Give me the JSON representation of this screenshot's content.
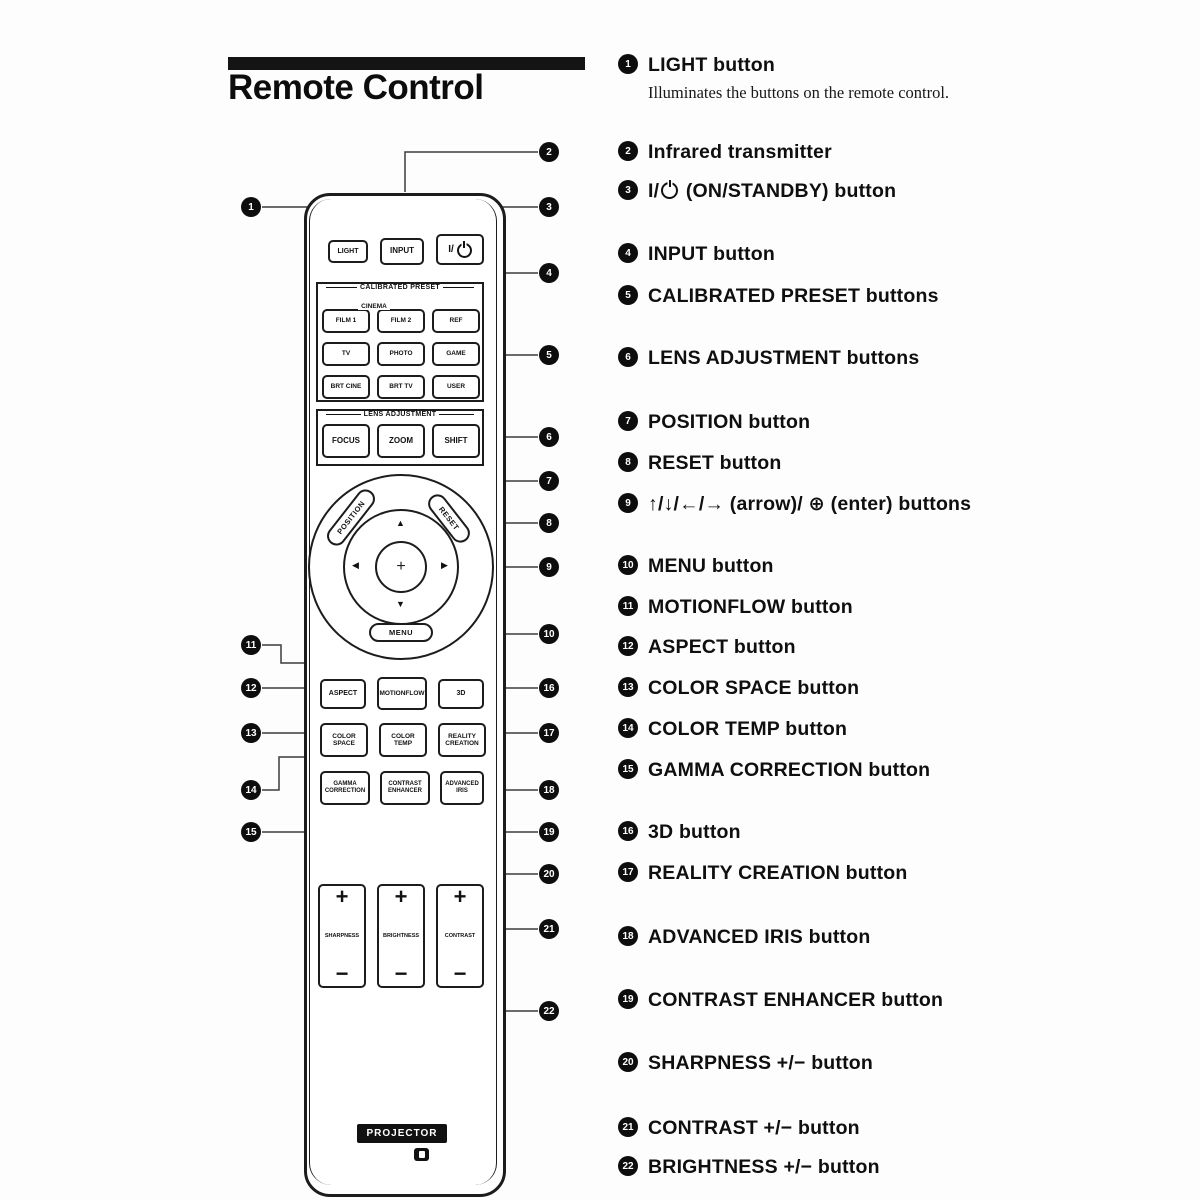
{
  "page": {
    "title": "Remote Control"
  },
  "colors": {
    "ink": "#111111",
    "line": "#3d3d3d",
    "badge_bg": "#0d0d0d",
    "badge_text": "#ffffff"
  },
  "icons": {
    "power": "power-icon (circle with bar)",
    "enter": "+",
    "pad_arrows": [
      "▲",
      "▼",
      "◀",
      "▶"
    ]
  },
  "remote": {
    "top_buttons": {
      "light": "LIGHT",
      "input": "INPUT",
      "power_prefix": "I/"
    },
    "calibrated_preset": {
      "header": "CALIBRATED PRESET",
      "cinema_label": "CINEMA",
      "buttons": [
        "FILM 1",
        "FILM 2",
        "REF",
        "TV",
        "PHOTO",
        "GAME",
        "BRT CINE",
        "BRT TV",
        "USER"
      ]
    },
    "lens_adjustment": {
      "header": "LENS ADJUSTMENT",
      "buttons": [
        "FOCUS",
        "ZOOM",
        "SHIFT"
      ]
    },
    "nav_pad": {
      "position": "POSITION",
      "reset": "RESET",
      "menu": "MENU",
      "enter_symbol": "+",
      "arrows": [
        "▲",
        "▼",
        "◀",
        "▶"
      ]
    },
    "mid_row1": [
      "ASPECT",
      "MOTIONFLOW",
      "3D"
    ],
    "mid_row2": [
      "COLOR SPACE",
      "COLOR TEMP",
      "REALITY CREATION"
    ],
    "mid_row3": [
      "GAMMA CORRECTION",
      "CONTRAST ENHANCER",
      "ADVANCED IRIS"
    ],
    "rockers": {
      "plus": "+",
      "minus": "−",
      "labels": [
        "SHARPNESS",
        "BRIGHTNESS",
        "CONTRAST"
      ]
    },
    "projector_label": "PROJECTOR"
  },
  "legend": {
    "items": [
      {
        "num": "1",
        "label": "LIGHT button",
        "desc": "Illuminates the buttons on the remote control."
      },
      {
        "num": "2",
        "label": "Infrared transmitter"
      },
      {
        "num": "3",
        "label_pre": "I/",
        "power_icon": true,
        "label_post": " (ON/STANDBY) button"
      },
      {
        "num": "4",
        "label": "INPUT button"
      },
      {
        "num": "5",
        "label": "CALIBRATED PRESET buttons"
      },
      {
        "num": "6",
        "label": "LENS ADJUSTMENT buttons"
      },
      {
        "num": "7",
        "label": "POSITION button"
      },
      {
        "num": "8",
        "label": "RESET button"
      },
      {
        "num": "9",
        "label": "↑/↓/←/→ (arrow)/ ⊕ (enter) buttons"
      },
      {
        "num": "10",
        "label": "MENU button"
      },
      {
        "num": "11",
        "label": "MOTIONFLOW button"
      },
      {
        "num": "12",
        "label": "ASPECT button"
      },
      {
        "num": "13",
        "label": "COLOR SPACE button"
      },
      {
        "num": "14",
        "label": "COLOR TEMP button"
      },
      {
        "num": "15",
        "label": "GAMMA CORRECTION button"
      },
      {
        "num": "16",
        "label": "3D button"
      },
      {
        "num": "17",
        "label": "REALITY CREATION button"
      },
      {
        "num": "18",
        "label": "ADVANCED IRIS button"
      },
      {
        "num": "19",
        "label": "CONTRAST ENHANCER button"
      },
      {
        "num": "20",
        "label": "SHARPNESS +/− button"
      },
      {
        "num": "21",
        "label": "CONTRAST +/− button"
      },
      {
        "num": "22",
        "label": "BRIGHTNESS +/− button"
      }
    ]
  }
}
